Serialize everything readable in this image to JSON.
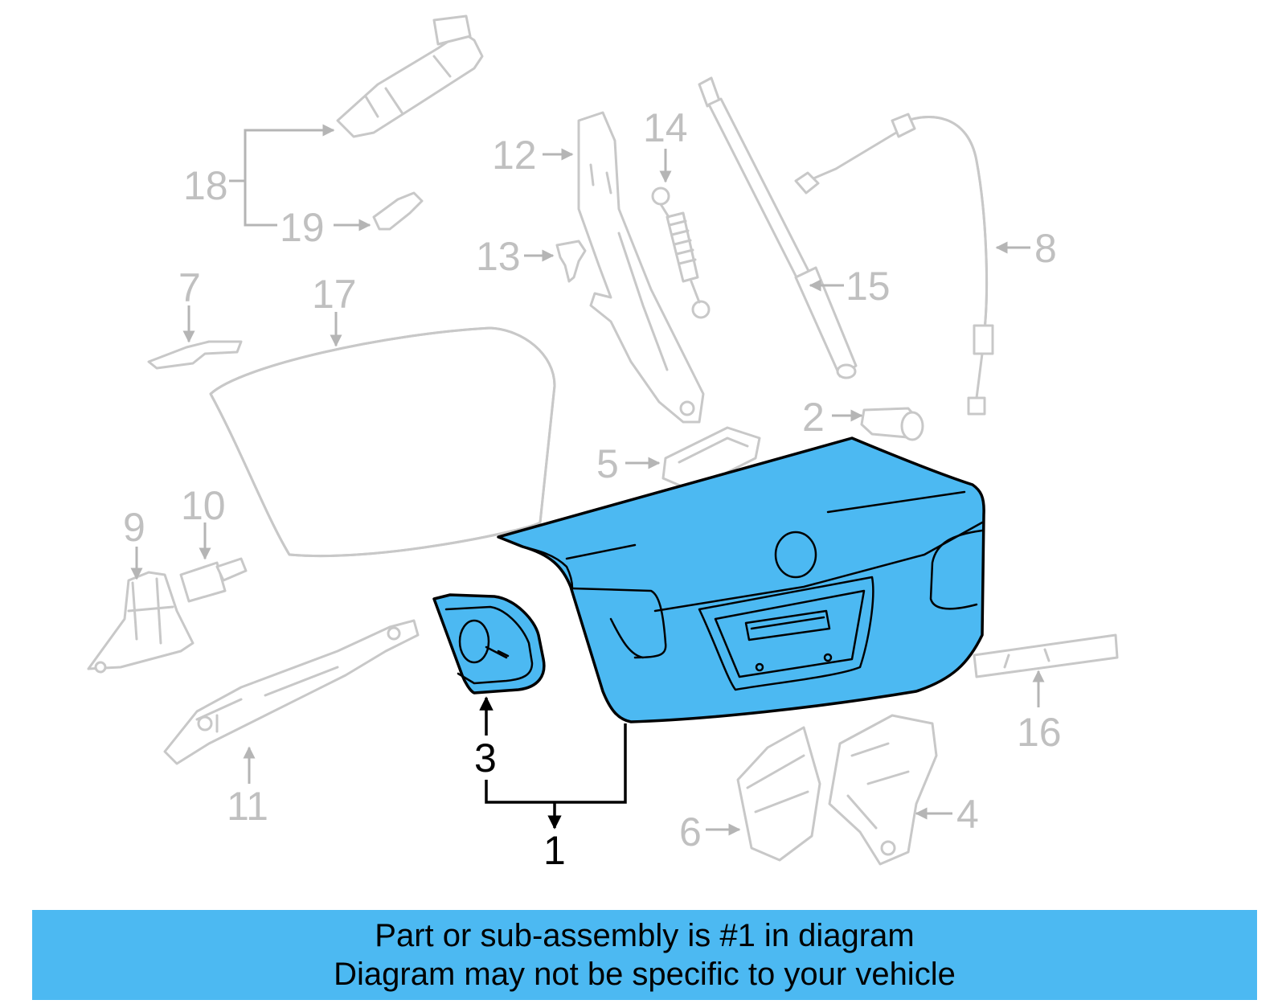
{
  "colors": {
    "highlight_fill": "#4cb9f2",
    "highlight_stroke": "#000000",
    "background_parts": "#c8c8c8",
    "banner_bg": "#4cb9f2"
  },
  "callouts": {
    "c1": "1",
    "c2": "2",
    "c3": "3",
    "c4": "4",
    "c5": "5",
    "c6": "6",
    "c7": "7",
    "c8": "8",
    "c9": "9",
    "c10": "10",
    "c11": "11",
    "c12": "12",
    "c13": "13",
    "c14": "14",
    "c15": "15",
    "c16": "16",
    "c17": "17",
    "c18": "18",
    "c19": "19"
  },
  "highlighted_callouts": [
    "1",
    "3"
  ],
  "banner": {
    "line1": "Part or sub-assembly is #1 in diagram",
    "line2": "Diagram may not be specific to your vehicle"
  }
}
